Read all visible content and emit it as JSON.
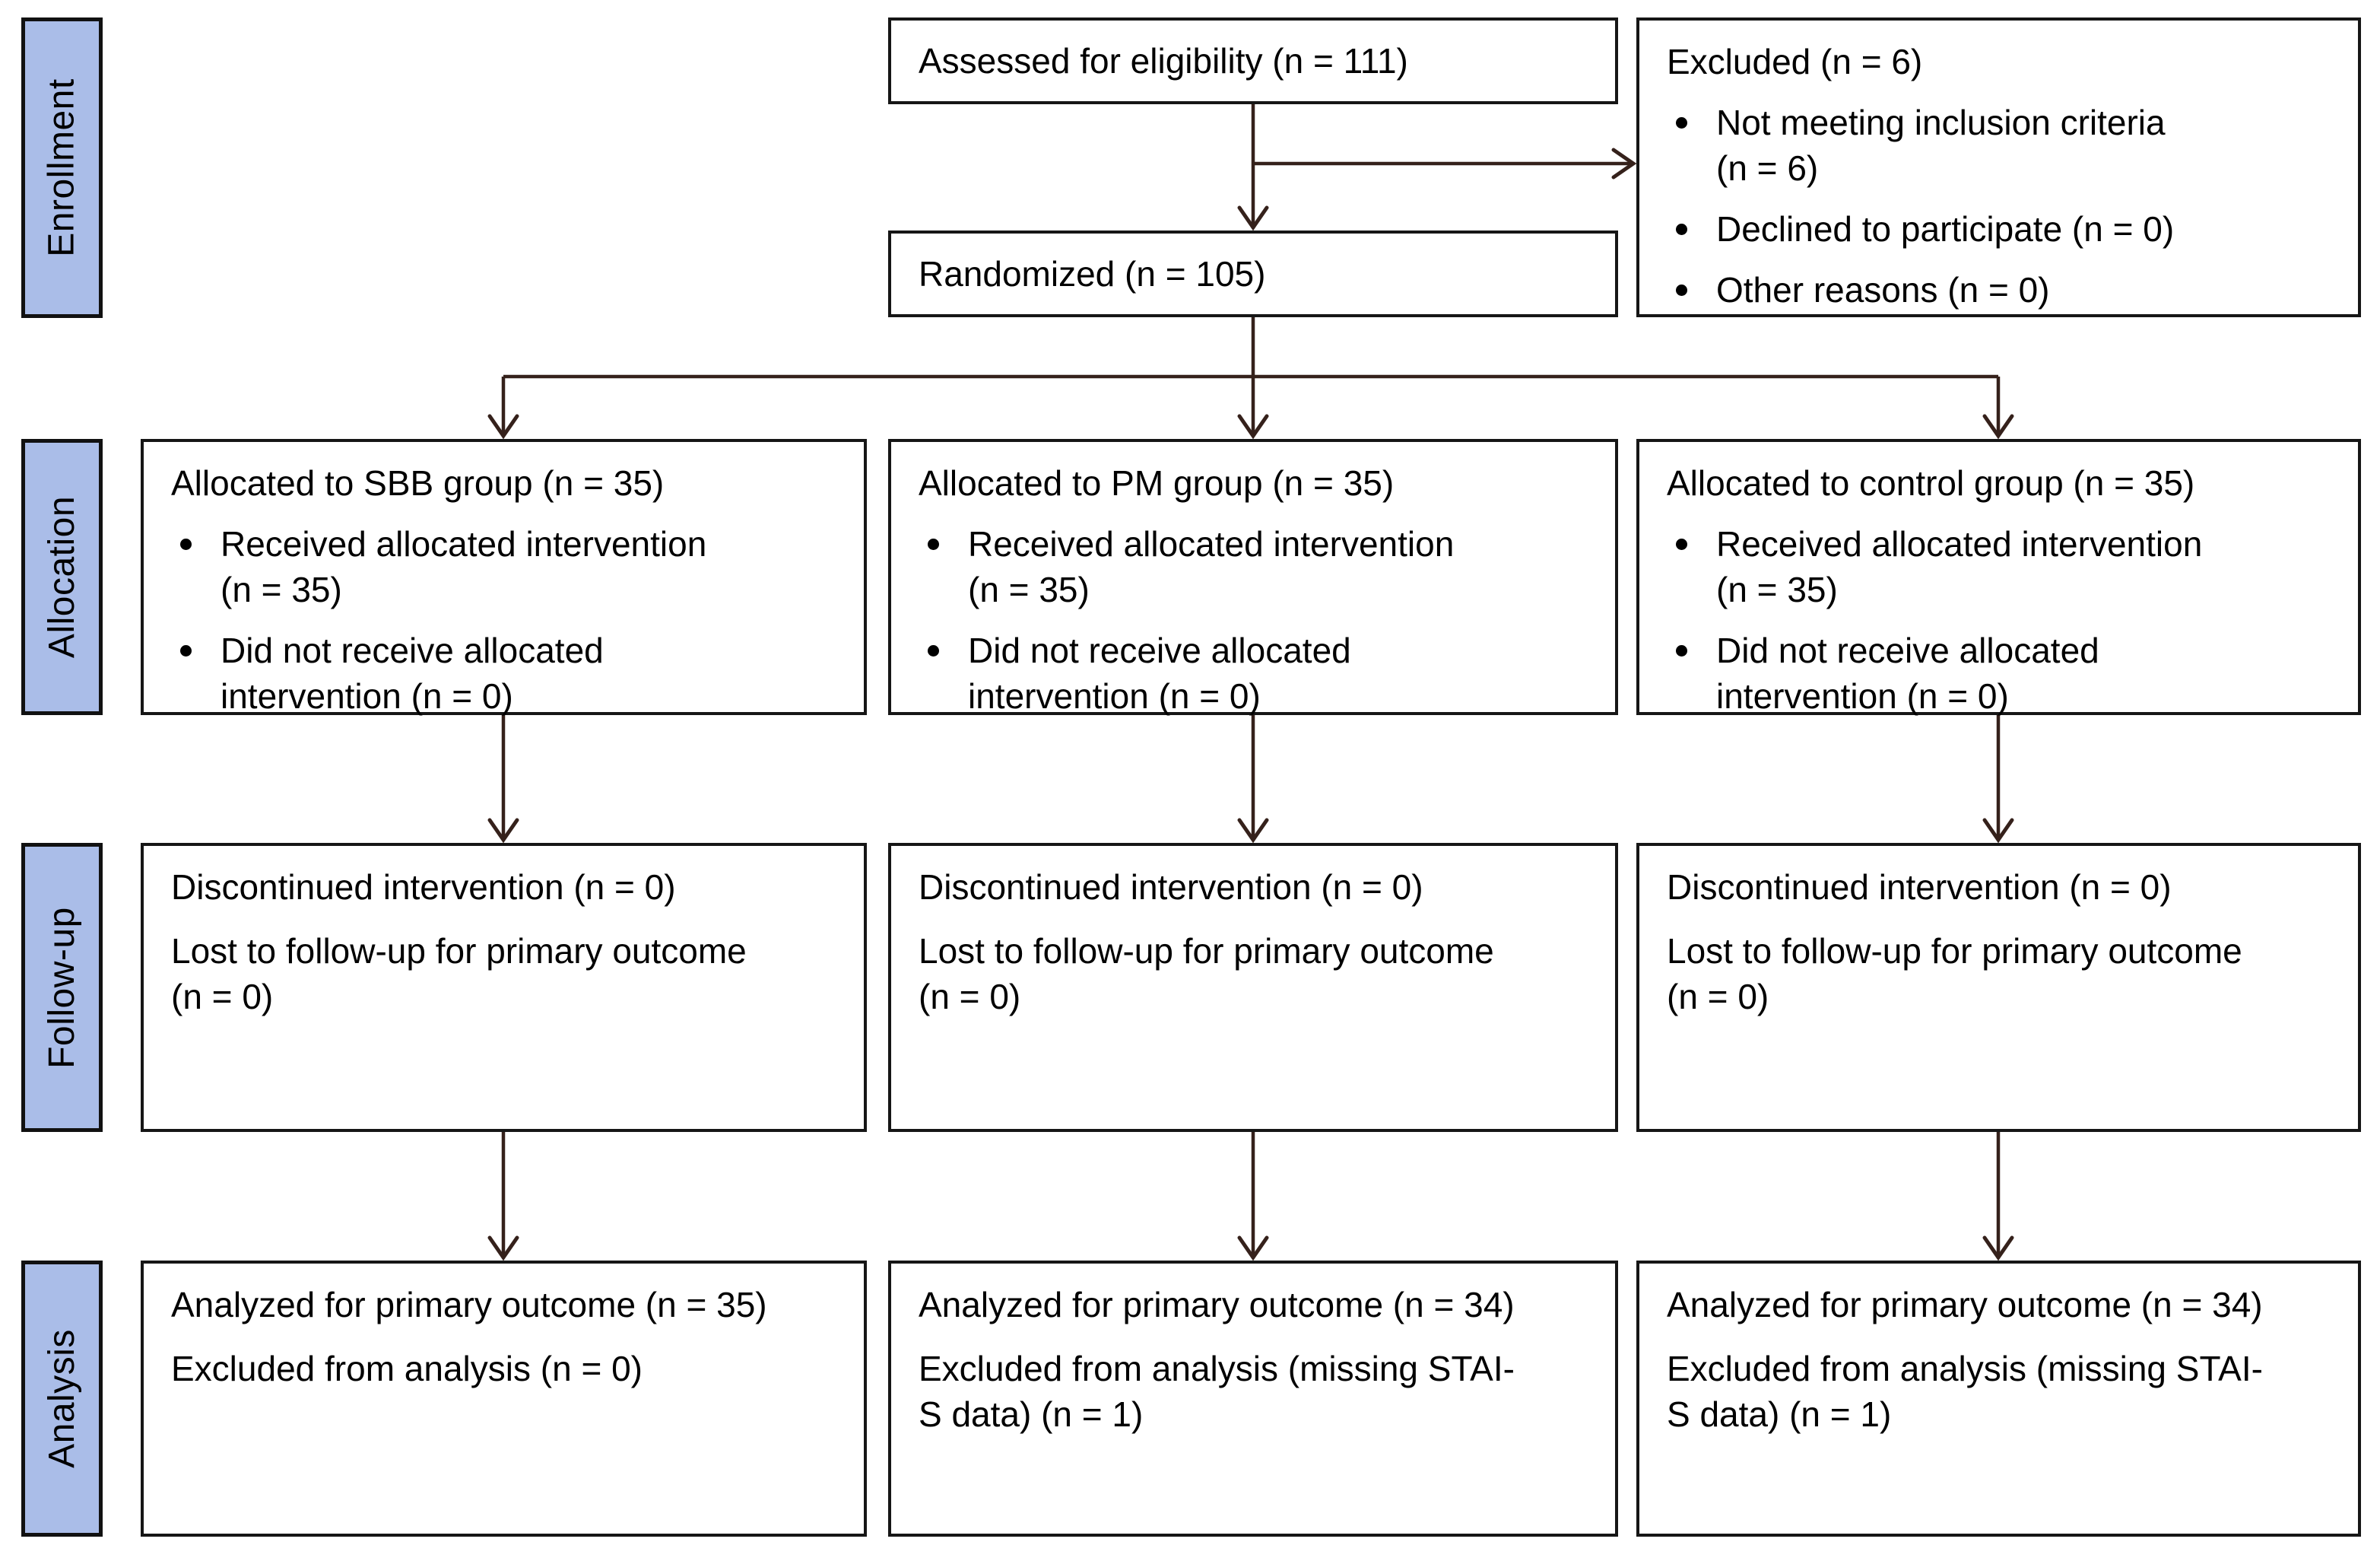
{
  "palette": {
    "stage_fill": "#aabde8",
    "stage_border": "#111111",
    "box_border": "#161616",
    "arrow": "#35211b",
    "text": "#000000",
    "background": "#ffffff"
  },
  "stages": {
    "enrollment": "Enrollment",
    "allocation": "Allocation",
    "followup": "Follow-up",
    "analysis": "Analysis"
  },
  "enrollment": {
    "assessed": "Assessed for eligibility (n = 111)",
    "randomized": "Randomized (n = 105)",
    "excluded": {
      "title": "Excluded (n = 6)",
      "items": [
        "Not meeting inclusion criteria (n = 6)",
        "Declined to participate (n = 0)",
        "Other reasons (n = 0)"
      ]
    }
  },
  "allocation": {
    "columns": [
      {
        "title": "Allocated to SBB group (n = 35)",
        "items": [
          "Received allocated intervention (n = 35)",
          "Did not receive allocated intervention (n = 0)"
        ]
      },
      {
        "title": "Allocated to PM group (n = 35)",
        "items": [
          "Received allocated intervention (n = 35)",
          "Did not receive allocated intervention (n = 0)"
        ]
      },
      {
        "title": "Allocated to control group (n = 35)",
        "items": [
          "Received allocated intervention (n = 35)",
          "Did not receive allocated intervention (n = 0)"
        ]
      }
    ]
  },
  "followup": {
    "columns": [
      {
        "lines": [
          "Discontinued intervention (n = 0)",
          "Lost to follow-up for primary outcome (n = 0)"
        ]
      },
      {
        "lines": [
          "Discontinued intervention (n = 0)",
          "Lost to follow-up for primary outcome (n = 0)"
        ]
      },
      {
        "lines": [
          "Discontinued intervention (n = 0)",
          "Lost to follow-up for primary outcome (n = 0)"
        ]
      }
    ]
  },
  "analysis": {
    "columns": [
      {
        "lines": [
          "Analyzed for primary outcome (n = 35)",
          "Excluded from analysis (n = 0)"
        ]
      },
      {
        "lines": [
          "Analyzed for primary outcome (n = 34)",
          "Excluded from analysis (missing STAI-S data) (n = 1)"
        ]
      },
      {
        "lines": [
          "Analyzed for primary outcome (n = 34)",
          "Excluded from analysis (missing STAI-S data) (n = 1)"
        ]
      }
    ]
  }
}
